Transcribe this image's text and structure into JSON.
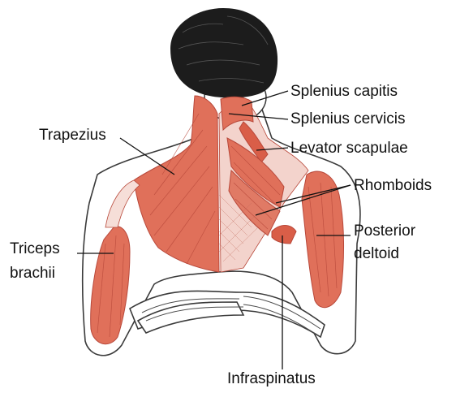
{
  "figure": {
    "labels": {
      "splenius_capitis": "Splenius capitis",
      "splenius_cervicis": "Splenius cervicis",
      "trapezius": "Trapezius",
      "levator_scapulae": "Levator scapulae",
      "rhomboids": "Rhomboids",
      "posterior_deltoid_line1": "Posterior",
      "posterior_deltoid_line2": "deltoid",
      "triceps_line1": "Triceps",
      "triceps_line2": "brachii",
      "infraspinatus": "Infraspinatus"
    },
    "colors": {
      "muscle": "#e0705a",
      "muscle_dark": "#b8483a",
      "skin_outline": "#3a3a3a",
      "hair": "#1c1c1c",
      "leader_line": "#111111"
    }
  }
}
